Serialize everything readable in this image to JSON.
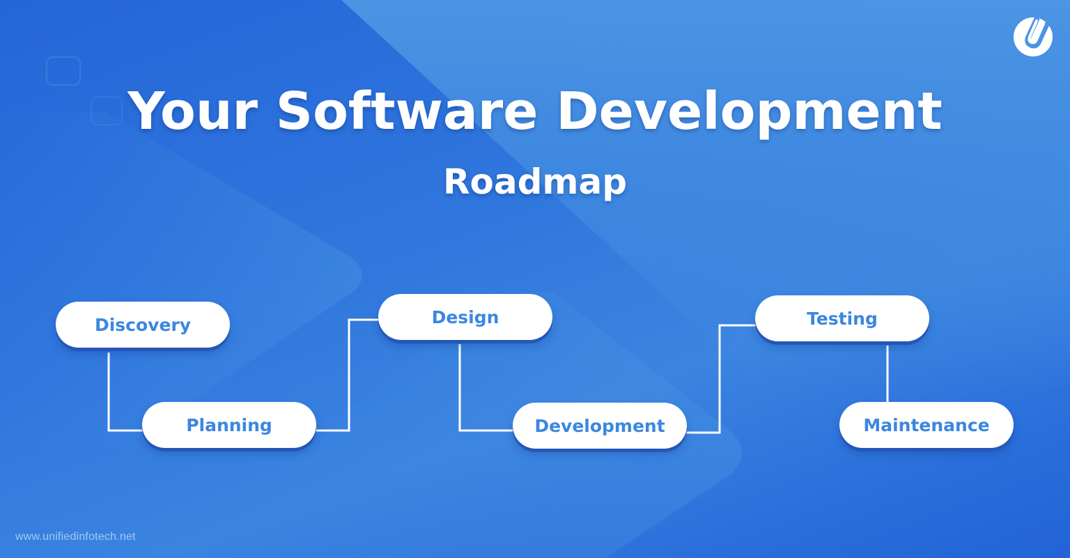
{
  "header": {
    "title": "Your Software Development",
    "subtitle": "Roadmap"
  },
  "brand": {
    "logo_icon": "unified-infotech-u-logo",
    "website": "www.unifiedinfotech.net"
  },
  "colors": {
    "background_dark": "#2263d6",
    "background_light": "#4a95e3",
    "node_fill": "#ffffff",
    "node_text": "#3b87e0",
    "node_shadow": "#2457b8",
    "connector": "#ffffff"
  },
  "roadmap": {
    "steps": [
      {
        "label": "Discovery",
        "order": 1
      },
      {
        "label": "Planning",
        "order": 2
      },
      {
        "label": "Design",
        "order": 3
      },
      {
        "label": "Development",
        "order": 4
      },
      {
        "label": "Testing",
        "order": 5
      },
      {
        "label": "Maintenance",
        "order": 6
      }
    ]
  }
}
